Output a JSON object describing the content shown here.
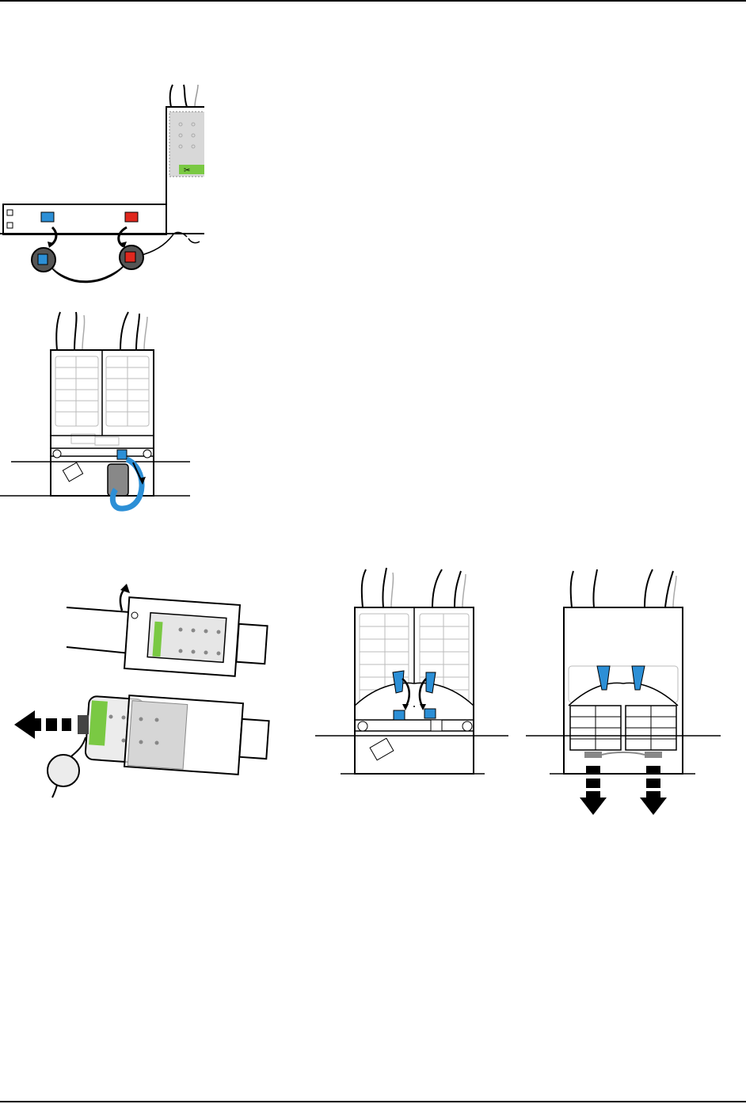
{
  "colors": {
    "blue": "#2c8fd6",
    "red": "#e0281e",
    "green": "#7ac943",
    "grey_panel": "#d8d8d8",
    "dark_grey": "#555555",
    "line": "#000000"
  },
  "icons": {
    "scissors": "scissors-icon",
    "arrow_left": "dashed-arrow-left-icon",
    "arrow_down": "dashed-arrow-down-icon",
    "rotate": "rotate-arrow-icon"
  },
  "figures": [
    {
      "id": "fig-connectors-panel"
    },
    {
      "id": "fig-bag-assembly-single-clip"
    },
    {
      "id": "fig-tube-sleeve"
    },
    {
      "id": "fig-bag-assembly-two-clips"
    },
    {
      "id": "fig-bag-assembly-release"
    }
  ]
}
